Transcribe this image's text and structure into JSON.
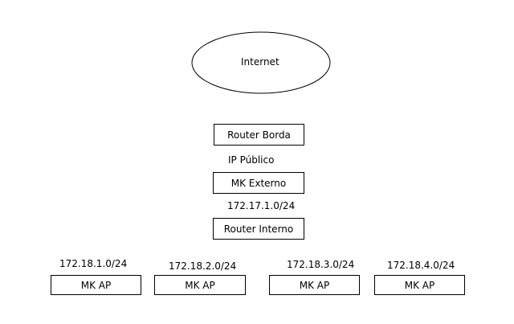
{
  "internet": "Internet",
  "router_borda": "Router Borda",
  "ip_publico": "IP Público",
  "mk_externo": "MK Externo",
  "net_externo": "172.17.1.0/24",
  "router_interno": "Router Interno",
  "aps": [
    {
      "network": "172.18.1.0/24",
      "label": "MK AP"
    },
    {
      "network": "172.18.2.0/24",
      "label": "MK AP"
    },
    {
      "network": "172.18.3.0/24",
      "label": "MK AP"
    },
    {
      "network": "172.18.4.0/24",
      "label": "MK AP"
    }
  ]
}
